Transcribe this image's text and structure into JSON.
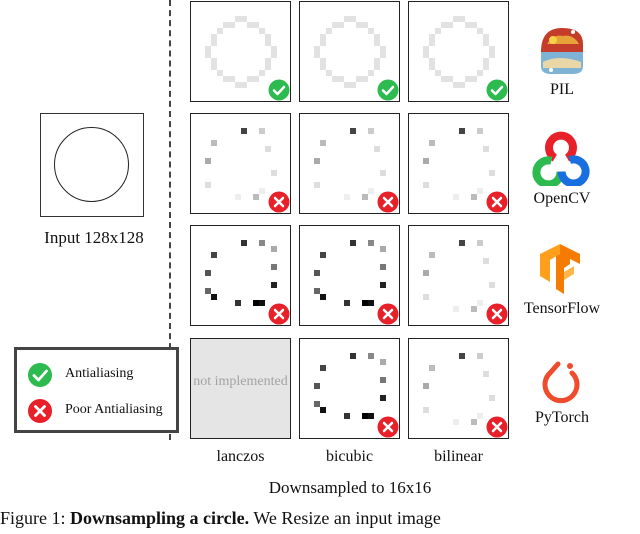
{
  "input_label": "Input 128x128",
  "columns": [
    "lanczos",
    "bicubic",
    "bilinear"
  ],
  "grid_caption": "Downsampled to 16x16",
  "libraries": [
    {
      "name": "PIL",
      "icon": "pil-logo-icon",
      "results": [
        "good",
        "good",
        "good"
      ]
    },
    {
      "name": "OpenCV",
      "icon": "opencv-logo-icon",
      "results": [
        "poor",
        "poor",
        "poor"
      ]
    },
    {
      "name": "TensorFlow",
      "icon": "tensorflow-logo-icon",
      "results": [
        "poor",
        "poor",
        "poor"
      ]
    },
    {
      "name": "PyTorch",
      "icon": "pytorch-logo-icon",
      "results": [
        "not_implemented",
        "poor",
        "poor"
      ]
    }
  ],
  "not_implemented_text": "not implemented",
  "legend": {
    "good_label": "Antialiasing",
    "poor_label": "Poor Antialiasing"
  },
  "figure_caption": {
    "prefix": "Figure 1:",
    "bold": "Downsampling a circle.",
    "rest": "We Resize an input image"
  },
  "colors": {
    "good": "#2dbb4f",
    "poor": "#e8202a",
    "not_impl_bg": "#e5e5e5"
  }
}
